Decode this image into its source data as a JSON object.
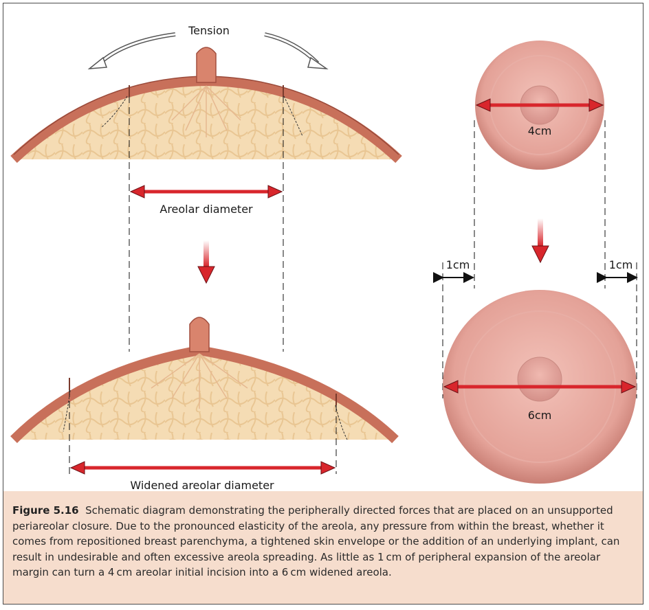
{
  "labels": {
    "tension": "Tension",
    "areolar_diameter": "Areolar diameter",
    "widened_areolar_diameter": "Widened areolar diameter",
    "small_areola_size": "4cm",
    "large_areola_size": "6cm",
    "expansion_left": "1cm",
    "expansion_right": "1cm"
  },
  "caption": {
    "figure_number": "Figure 5.16",
    "text": "Schematic diagram demonstrating the peripherally directed forces that are placed on an unsupported periareolar closure. Due to the pronounced elasticity of the areola, any pressure from within the breast, whether it comes from repositioned breast parenchyma, a tightened skin envelope or the addition of an underlying implant, can result in undesirable and often excessive areola spreading. As little as 1 cm of peripheral expansion of the areolar margin can turn a 4 cm areolar initial incision into a 6 cm widened areola."
  },
  "colors": {
    "arrow_red": "#d8262c",
    "skin": "#d9846d",
    "tissue": "#f4d9b0",
    "areola": "#e8a9a0",
    "caption_bg": "#f6ddcd"
  }
}
